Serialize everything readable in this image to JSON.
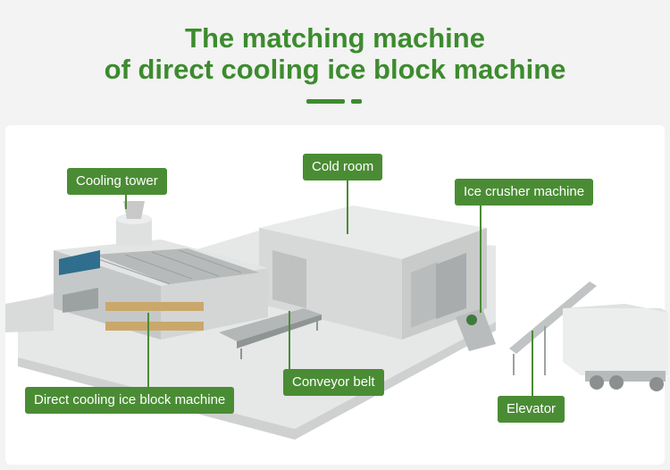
{
  "header": {
    "title_line1": "The matching machine",
    "title_line2": "of direct cooling ice block machine",
    "accent_color": "#3d8b2f"
  },
  "labels": {
    "cooling_tower": "Cooling tower",
    "cold_room": "Cold room",
    "ice_crusher": "Ice crusher machine",
    "conveyor_belt": "Conveyor belt",
    "direct_cooling": "Direct cooling ice block machine",
    "elevator": "Elevator",
    "label_color": "#4a8c34"
  }
}
